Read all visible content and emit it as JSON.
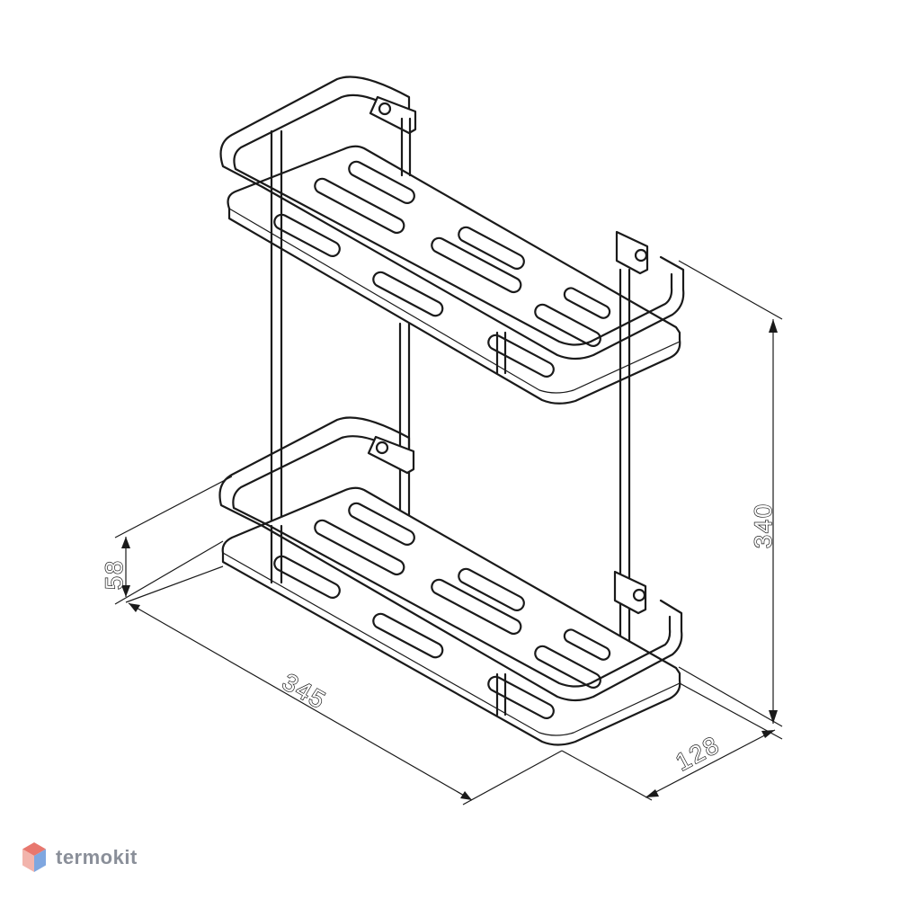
{
  "dimensions": {
    "height_total": "340",
    "width": "345",
    "depth": "128",
    "height_basket": "58"
  },
  "logo": {
    "text": "termokit",
    "icon": "hexagon-cube-icon",
    "color_top": "#e8776e",
    "color_bottom": "#7fa7e0"
  }
}
